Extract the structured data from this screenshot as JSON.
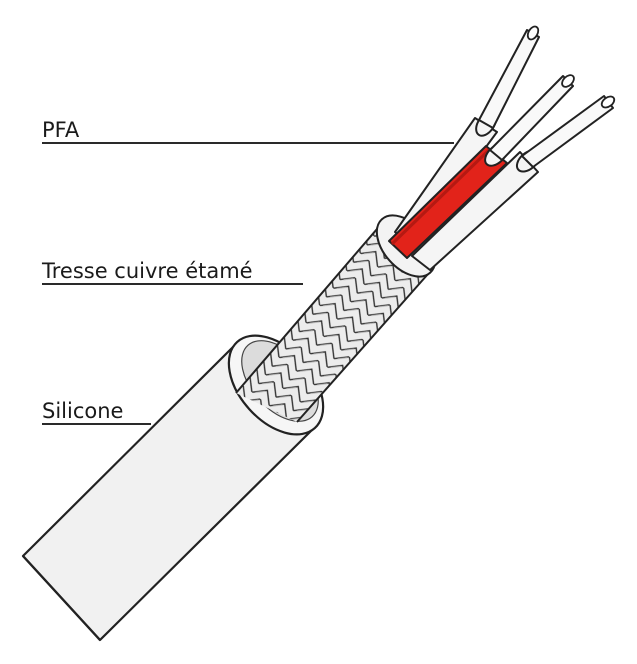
{
  "labels": {
    "pfa": "PFA",
    "braid": "Tresse cuivre étamé",
    "silicone": "Silicone"
  },
  "colors": {
    "outline": "#222222",
    "jacket_fill": "#f1f1f1",
    "braid_fill": "#ececec",
    "braid_shadow": "#c9c9c9",
    "conductor_fill": "#f7f7f7",
    "conductor_red": "#e2231a",
    "conductor_red_dark": "#b51912",
    "leader_line": "#2a2a2a"
  },
  "icons": [
    "cable-illustration"
  ]
}
